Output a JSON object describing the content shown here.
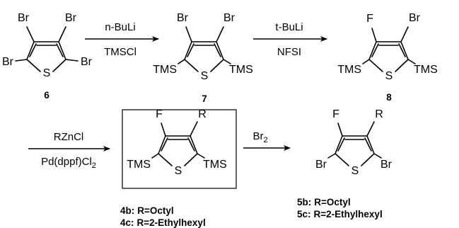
{
  "scheme": {
    "compounds": [
      {
        "id": "6",
        "label": "6",
        "substituents": {
          "c2": "Br",
          "c3": "Br",
          "c4": "Br",
          "c5": "Br"
        },
        "hetero": "S"
      },
      {
        "id": "7",
        "label": "7",
        "substituents": {
          "c2": "TMS",
          "c3": "Br",
          "c4": "Br",
          "c5": "TMS"
        },
        "hetero": "S"
      },
      {
        "id": "8",
        "label": "8",
        "substituents": {
          "c2": "TMS",
          "c3": "F",
          "c4": "Br",
          "c5": "TMS"
        },
        "hetero": "S"
      },
      {
        "id": "4",
        "label": "",
        "substituents": {
          "c2": "TMS",
          "c3": "F",
          "c4": "R",
          "c5": "TMS"
        },
        "hetero": "S",
        "variants": [
          {
            "id": "4b",
            "id_text": "4b",
            "value": "R=Octyl"
          },
          {
            "id": "4c",
            "id_text": "4c",
            "value": "R=2-Ethylhexyl"
          }
        ]
      },
      {
        "id": "5",
        "label": "",
        "substituents": {
          "c2": "Br",
          "c3": "F",
          "c4": "R",
          "c5": "Br"
        },
        "hetero": "S",
        "variants": [
          {
            "id": "5b",
            "id_text": "5b",
            "value": "R=Octyl"
          },
          {
            "id": "5c",
            "id_text": "5c",
            "value": "R=2-Ethylhexyl"
          }
        ]
      }
    ],
    "steps": [
      {
        "from": "6",
        "to": "7",
        "above": "n-BuLi",
        "below": "TMSCl"
      },
      {
        "from": "7",
        "to": "8",
        "above": "t-BuLi",
        "below": "NFSI"
      },
      {
        "from": "8",
        "to": "4",
        "above": "RZnCl",
        "below_main": "Pd(dppf)Cl",
        "below_sub": "2"
      },
      {
        "from": "4",
        "to": "5",
        "above_main": "Br",
        "above_sub": "2",
        "below": ""
      }
    ],
    "label_separator": ":"
  },
  "colors": {
    "ink": "#000000",
    "background": "#ffffff"
  }
}
